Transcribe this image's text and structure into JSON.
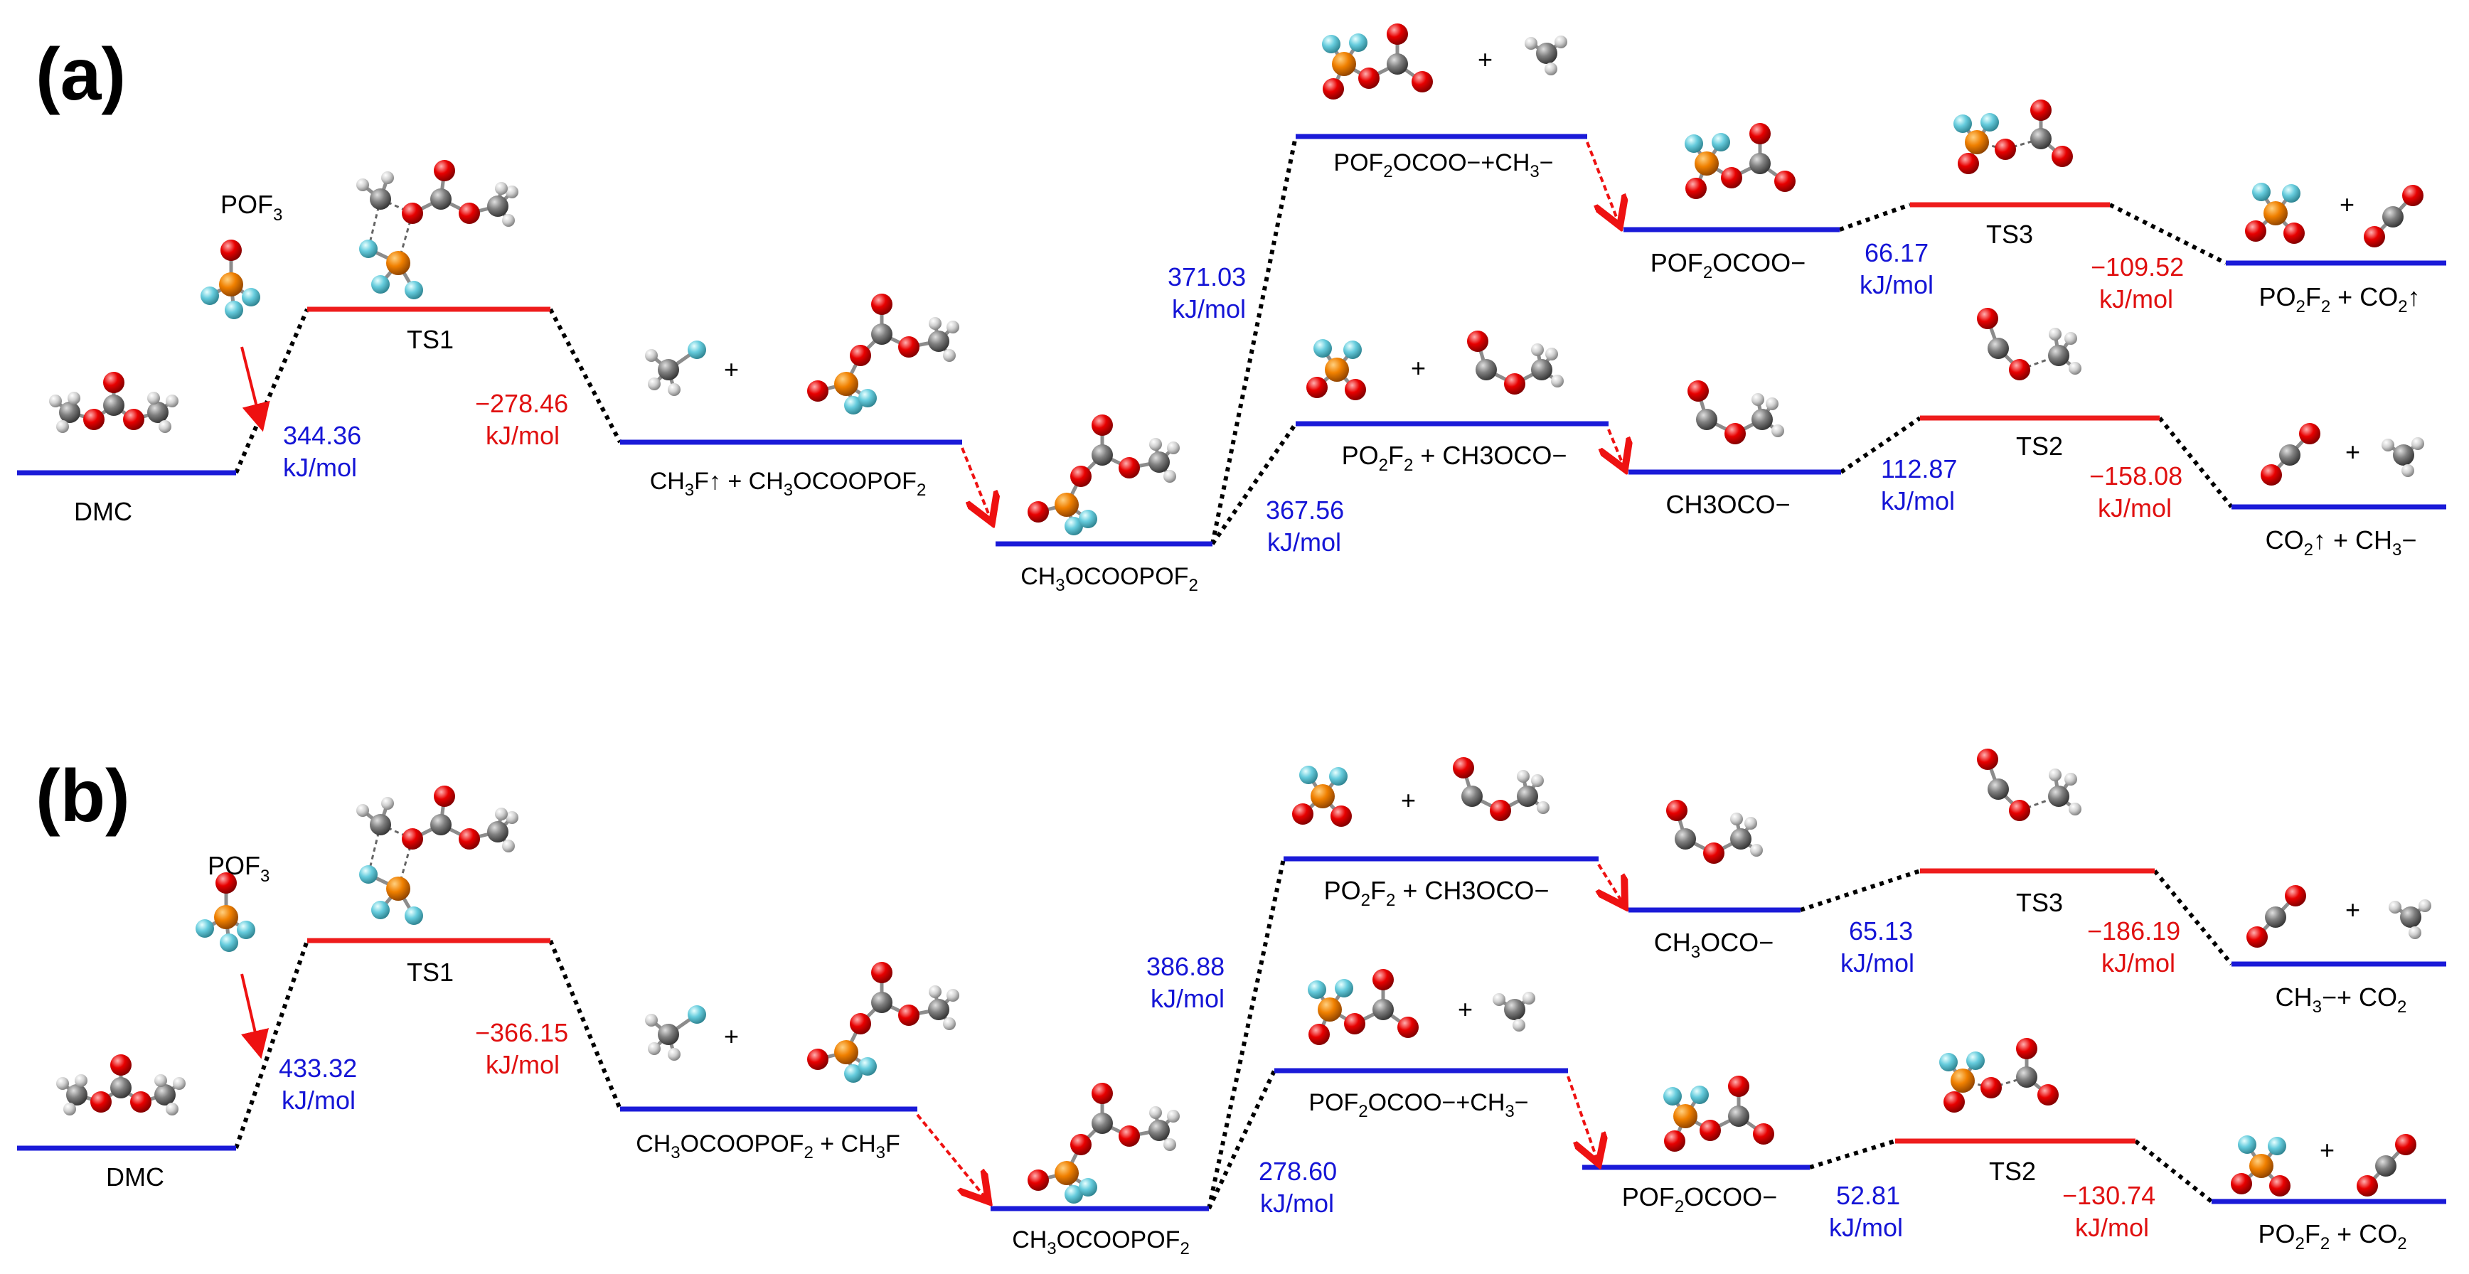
{
  "panels": [
    {
      "label": "(a)",
      "reagent": {
        "main": "POF",
        "sub": "3"
      },
      "levels": {
        "dmc": "DMC",
        "ts1": "TS1",
        "int1": {
          "parts": [
            [
              "CH",
              ""
            ],
            [
              "3",
              "sub"
            ],
            [
              "F↑ + CH",
              ""
            ],
            [
              "3",
              "sub"
            ],
            [
              "OCOOPOF",
              ""
            ],
            [
              "2",
              "sub"
            ]
          ]
        },
        "int2": {
          "parts": [
            [
              "CH",
              ""
            ],
            [
              "3",
              "sub"
            ],
            [
              "OCOOPOF",
              ""
            ],
            [
              "2",
              "sub"
            ]
          ]
        },
        "upper_a": {
          "parts": [
            [
              "POF",
              ""
            ],
            [
              "2",
              "sub"
            ],
            [
              "OCOO−+CH",
              ""
            ],
            [
              "3",
              "sub"
            ],
            [
              "−",
              ""
            ]
          ]
        },
        "upper_b": {
          "parts": [
            [
              "POF",
              ""
            ],
            [
              "2",
              "sub"
            ],
            [
              "OCOO−",
              ""
            ]
          ]
        },
        "upper_ts": "TS3",
        "upper_end": {
          "parts": [
            [
              "PO",
              ""
            ],
            [
              "2",
              "sub"
            ],
            [
              "F",
              ""
            ],
            [
              "2",
              "sub"
            ],
            [
              " + CO",
              ""
            ],
            [
              "2",
              "sub"
            ],
            [
              "↑",
              ""
            ]
          ]
        },
        "lower_a": {
          "parts": [
            [
              "PO",
              ""
            ],
            [
              "2",
              "sub"
            ],
            [
              "F",
              ""
            ],
            [
              "2",
              "sub"
            ],
            [
              " + CH3OCO−",
              ""
            ]
          ]
        },
        "lower_b": {
          "parts": [
            [
              "CH3OCO−",
              ""
            ]
          ]
        },
        "lower_ts": "TS2",
        "lower_end": {
          "parts": [
            [
              "CO",
              ""
            ],
            [
              "2",
              "sub"
            ],
            [
              "↑ + CH",
              ""
            ],
            [
              "3",
              "sub"
            ],
            [
              "−",
              ""
            ]
          ]
        }
      },
      "energies": {
        "e1": {
          "value": "344.36",
          "unit": "kJ/mol",
          "color": "#1515d6"
        },
        "e2": {
          "value": "−278.46",
          "unit": "kJ/mol",
          "color": "#e01010"
        },
        "e3": {
          "value": "371.03",
          "unit": "kJ/mol",
          "color": "#1515d6"
        },
        "e4": {
          "value": "367.56",
          "unit": "kJ/mol",
          "color": "#1515d6"
        },
        "e5": {
          "value": "66.17",
          "unit": "kJ/mol",
          "color": "#1515d6"
        },
        "e6": {
          "value": "−109.52",
          "unit": "kJ/mol",
          "color": "#e01010"
        },
        "e7": {
          "value": "112.87",
          "unit": "kJ/mol",
          "color": "#1515d6"
        },
        "e8": {
          "value": "−158.08",
          "unit": "kJ/mol",
          "color": "#e01010"
        }
      }
    },
    {
      "label": "(b)",
      "reagent": {
        "main": "POF",
        "sub": "3"
      },
      "levels": {
        "dmc": "DMC",
        "ts1": "TS1",
        "int1": {
          "parts": [
            [
              "CH",
              ""
            ],
            [
              "3",
              "sub"
            ],
            [
              "OCOOPOF",
              ""
            ],
            [
              "2",
              "sub"
            ],
            [
              " + CH",
              ""
            ],
            [
              "3",
              "sub"
            ],
            [
              "F",
              ""
            ]
          ]
        },
        "int2": {
          "parts": [
            [
              "CH",
              ""
            ],
            [
              "3",
              "sub"
            ],
            [
              "OCOOPOF",
              ""
            ],
            [
              "2",
              "sub"
            ]
          ]
        },
        "upper_a": {
          "parts": [
            [
              "PO",
              ""
            ],
            [
              "2",
              "sub"
            ],
            [
              "F",
              ""
            ],
            [
              "2",
              "sub"
            ],
            [
              " + CH3OCO−",
              ""
            ]
          ]
        },
        "upper_b": {
          "parts": [
            [
              "CH",
              ""
            ],
            [
              "3",
              "sub"
            ],
            [
              "OCO−",
              ""
            ]
          ]
        },
        "upper_ts": "TS3",
        "upper_end": {
          "parts": [
            [
              "CH",
              ""
            ],
            [
              "3",
              "sub"
            ],
            [
              "−+ CO",
              ""
            ],
            [
              "2",
              "sub"
            ]
          ]
        },
        "lower_a": {
          "parts": [
            [
              "POF",
              ""
            ],
            [
              "2",
              "sub"
            ],
            [
              "OCOO−+CH",
              ""
            ],
            [
              "3",
              "sub"
            ],
            [
              "−",
              ""
            ]
          ]
        },
        "lower_b": {
          "parts": [
            [
              "POF",
              ""
            ],
            [
              "2",
              "sub"
            ],
            [
              "OCOO−",
              ""
            ]
          ]
        },
        "lower_ts": "TS2",
        "lower_end": {
          "parts": [
            [
              "PO",
              ""
            ],
            [
              "2",
              "sub"
            ],
            [
              "F",
              ""
            ],
            [
              "2",
              "sub"
            ],
            [
              " + CO",
              ""
            ],
            [
              "2",
              "sub"
            ]
          ]
        }
      },
      "energies": {
        "e1": {
          "value": "433.32",
          "unit": "kJ/mol",
          "color": "#1515d6"
        },
        "e2": {
          "value": "−366.15",
          "unit": "kJ/mol",
          "color": "#e01010"
        },
        "e3": {
          "value": "386.88",
          "unit": "kJ/mol",
          "color": "#1515d6"
        },
        "e4": {
          "value": "278.60",
          "unit": "kJ/mol",
          "color": "#1515d6"
        },
        "e5": {
          "value": "65.13",
          "unit": "kJ/mol",
          "color": "#1515d6"
        },
        "e6": {
          "value": "−186.19",
          "unit": "kJ/mol",
          "color": "#e01010"
        },
        "e7": {
          "value": "52.81",
          "unit": "kJ/mol",
          "color": "#1515d6"
        },
        "e8": {
          "value": "−130.74",
          "unit": "kJ/mol",
          "color": "#e01010"
        }
      }
    }
  ],
  "plus_sign": "+",
  "colors": {
    "ground_state": "#1a1ad8",
    "transition_state": "#ee1c1c",
    "oxygen": "#e00000",
    "carbon": "#7f7f7f",
    "phosphorus": "#f08000",
    "fluorine": "#66ccdd",
    "hydrogen": "#d9d9d9"
  }
}
